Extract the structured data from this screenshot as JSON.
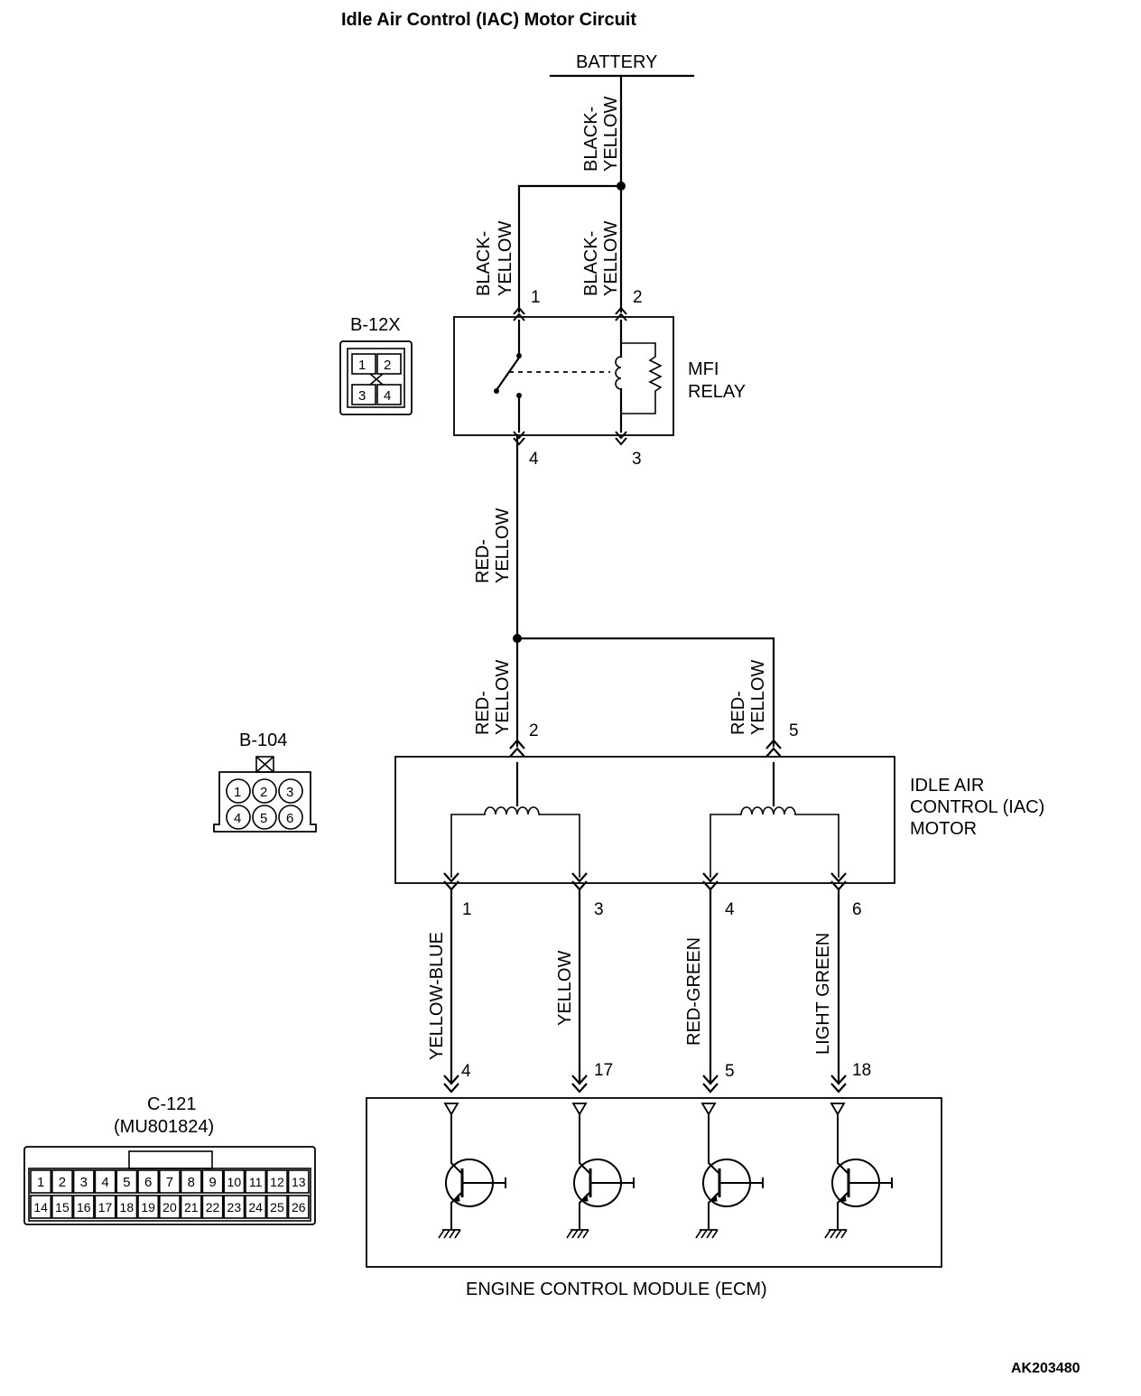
{
  "title": "Idle Air Control (IAC) Motor Circuit",
  "battery_label": "BATTERY",
  "doc_id": "AK203480",
  "wires": {
    "battery_feed": [
      "BLACK-",
      "YELLOW"
    ],
    "relay_pin1": [
      "BLACK-",
      "YELLOW"
    ],
    "relay_pin2": [
      "BLACK-",
      "YELLOW"
    ],
    "relay_out": [
      "RED-",
      "YELLOW"
    ],
    "iac_pin2": [
      "RED-",
      "YELLOW"
    ],
    "iac_pin5": [
      "RED-",
      "YELLOW"
    ],
    "iac_pin1": "YELLOW-BLUE",
    "iac_pin3": "YELLOW",
    "iac_pin4": "RED-GREEN",
    "iac_pin6": "LIGHT GREEN"
  },
  "relay": {
    "name": [
      "MFI",
      "RELAY"
    ],
    "pins": [
      "1",
      "2",
      "4",
      "3"
    ],
    "connector": {
      "id": "B-12X",
      "cells": [
        "1",
        "2",
        "3",
        "4"
      ]
    }
  },
  "iac_motor": {
    "name": [
      "IDLE AIR",
      "CONTROL (IAC)",
      "MOTOR"
    ],
    "top_pins": [
      "2",
      "5"
    ],
    "bottom_pins": [
      "1",
      "3",
      "4",
      "6"
    ],
    "connector": {
      "id": "B-104",
      "cells": [
        "1",
        "2",
        "3",
        "4",
        "5",
        "6"
      ]
    }
  },
  "ecm": {
    "name": "ENGINE CONTROL MODULE (ECM)",
    "pins": [
      "4",
      "17",
      "5",
      "18"
    ],
    "connector": {
      "id": "C-121",
      "part": "(MU801824)",
      "row1": [
        "1",
        "2",
        "3",
        "4",
        "5",
        "6",
        "7",
        "8",
        "9",
        "10",
        "11",
        "12",
        "13"
      ],
      "row2": [
        "14",
        "15",
        "16",
        "17",
        "18",
        "19",
        "20",
        "21",
        "22",
        "23",
        "24",
        "25",
        "26"
      ]
    }
  }
}
